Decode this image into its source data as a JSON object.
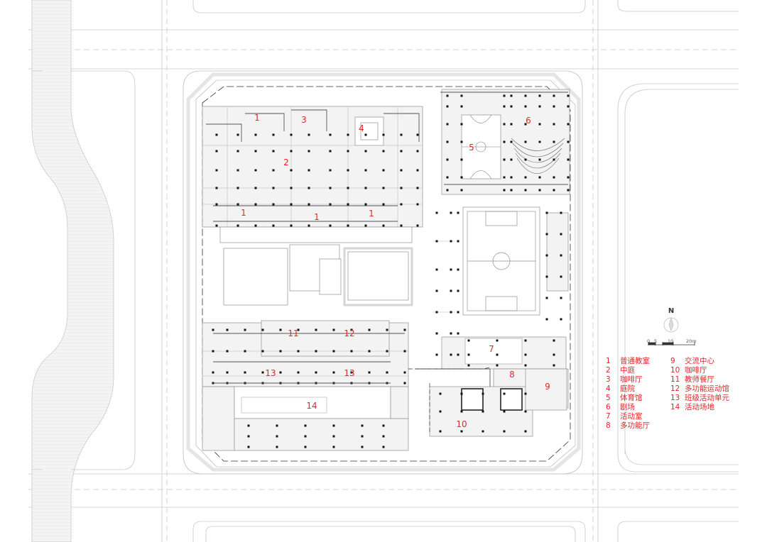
{
  "labels": [
    {
      "id": "n1a",
      "text": "1"
    },
    {
      "id": "n3",
      "text": "3"
    },
    {
      "id": "n4",
      "text": "4"
    },
    {
      "id": "n2",
      "text": "2"
    },
    {
      "id": "n1b",
      "text": "1"
    },
    {
      "id": "n1c",
      "text": "1"
    },
    {
      "id": "n1d",
      "text": "1"
    },
    {
      "id": "n5",
      "text": "5"
    },
    {
      "id": "n6",
      "text": "6"
    },
    {
      "id": "n11",
      "text": "11"
    },
    {
      "id": "n12",
      "text": "12"
    },
    {
      "id": "n13a",
      "text": "13"
    },
    {
      "id": "n13b",
      "text": "13"
    },
    {
      "id": "n14",
      "text": "14"
    },
    {
      "id": "n7",
      "text": "7"
    },
    {
      "id": "n8",
      "text": "8"
    },
    {
      "id": "n9",
      "text": "9"
    },
    {
      "id": "n10",
      "text": "10"
    }
  ],
  "legend_left": [
    {
      "n": "1",
      "t": "普通教室"
    },
    {
      "n": "2",
      "t": "中庭"
    },
    {
      "n": "3",
      "t": "咖啡厅"
    },
    {
      "n": "4",
      "t": "庭院"
    },
    {
      "n": "5",
      "t": "体育馆"
    },
    {
      "n": "6",
      "t": "剧场"
    },
    {
      "n": "7",
      "t": "活动室"
    },
    {
      "n": "8",
      "t": "多功能厅"
    }
  ],
  "legend_right": [
    {
      "n": "9",
      "t": "交流中心"
    },
    {
      "n": "10",
      "t": "咖啡厅"
    },
    {
      "n": "11",
      "t": "教师餐厅"
    },
    {
      "n": "12",
      "t": "多功能运动馆"
    },
    {
      "n": "13",
      "t": "班级活动单元"
    },
    {
      "n": "14",
      "t": "活动场地"
    }
  ],
  "north_label": "N",
  "scale_labels": [
    "0",
    "5",
    "10",
    "20m"
  ],
  "colors": {
    "label_red": "#e0262b",
    "line": "#b5b5b5",
    "line_dark": "#444444",
    "column": "#111111"
  }
}
